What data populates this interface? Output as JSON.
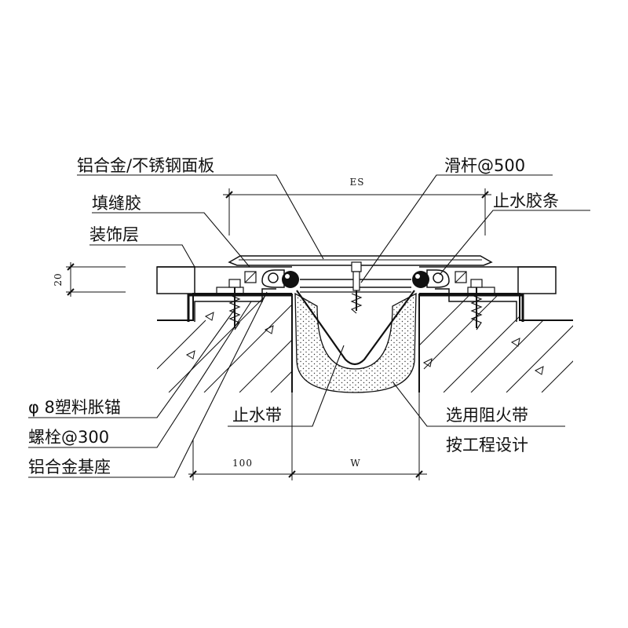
{
  "labels": {
    "panel": "铝合金/不锈钢面板",
    "sealant": "填缝胶",
    "finish_layer": "装饰层",
    "slide_bar": "滑杆@500",
    "rubber_strip": "止水胶条",
    "anchor_line1": "φ 8塑料胀锚",
    "anchor_line2": "螺栓@300",
    "base_seat": "铝合金基座",
    "waterstop": "止水带",
    "fire_barrier_line1": "选用阻火带",
    "fire_barrier_line2": "按工程设计"
  },
  "dimensions": {
    "es": "ES",
    "height": "20",
    "base_width": "100",
    "gap_width": "W"
  }
}
